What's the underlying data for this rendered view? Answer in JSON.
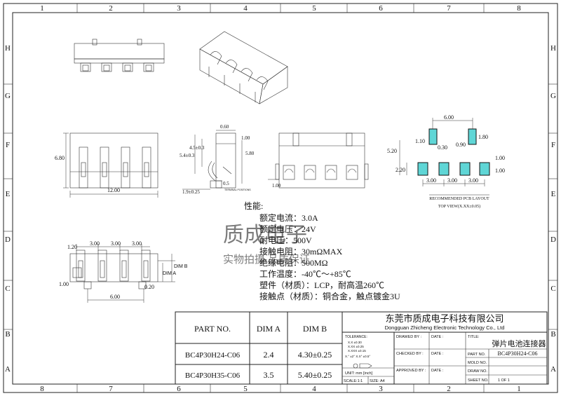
{
  "border": {
    "top_numbers": [
      "1",
      "2",
      "3",
      "4",
      "5",
      "6",
      "7",
      "8"
    ],
    "bottom_numbers": [
      "8",
      "7",
      "6",
      "5",
      "4",
      "3",
      "2",
      "1"
    ],
    "left_letters": [
      "H",
      "G",
      "F",
      "E",
      "D",
      "C",
      "B",
      "A"
    ],
    "right_letters": [
      "H",
      "G",
      "F",
      "E",
      "D",
      "C",
      "B",
      "A"
    ]
  },
  "front_view": {
    "width": "12.00",
    "height": "6.80"
  },
  "side_view": {
    "d1": "0.60",
    "d2": "1.00",
    "d3": "4.5±0.3",
    "d4": "5.4±0.3",
    "d5": "5.80",
    "d6": "0.5",
    "d7": "1.9±0.25",
    "note": "TERMINAL POSITIONS"
  },
  "back_view": {
    "d1": "1.00"
  },
  "pcb_layout": {
    "title": "RECOMMENDED PCB LAYOUT",
    "subtitle": "TOP VIEW(X.XX±0.05)",
    "d_top": "6.00",
    "d_180": "1.80",
    "d_110": "1.10",
    "d_030": "0.30",
    "d_090": "0.90",
    "d_520": "5.20",
    "d_220": "2.20",
    "d_100a": "1.00",
    "d_100b": "1.00",
    "pitch": [
      "3.00",
      "3.00",
      "3.00"
    ]
  },
  "bottom_view": {
    "d_120": "1.20",
    "pitch": [
      "3.00",
      "3.00",
      "3.00"
    ],
    "d_100": "1.00",
    "d_600": "6.00",
    "d_020": "0.20",
    "dim_a": "DIM A",
    "dim_b": "DIM B"
  },
  "specs": {
    "heading": "性能:",
    "lines": [
      "额定电流：3.0A",
      "额定电压：24V",
      "耐电压：500V",
      "接触电阻：30mΩMAX",
      "绝缘电阻：500MΩ",
      "工作温度：-40℃～+85℃",
      "塑件（材质）：LCP，耐高温260℃",
      "接触点（材质）：铜合金，触点镀金3U"
    ]
  },
  "watermark": {
    "line1": "质成电子",
    "line2": "实物拍摄 品质保证"
  },
  "title_block": {
    "headers": {
      "part_no": "PART NO.",
      "dim_a": "DIM A",
      "dim_b": "DIM B"
    },
    "rows": [
      {
        "part": "BC4P30H24-C06",
        "dim_a": "2.4",
        "dim_b": "4.30±0.25"
      },
      {
        "part": "BC4P30H35-C06",
        "dim_a": "3.5",
        "dim_b": "5.40±0.25"
      }
    ],
    "company_cn": "东莞市质成电子科技有限公司",
    "company_en": "Dongguan Zhicheng Electronic Technology Co., Ltd",
    "tolerance": {
      "label": "TOLERANCE:",
      "lines": [
        "X.X    ±0.30",
        "X.XX   ±0.25",
        "X.XXX  ±0.15"
      ],
      "angles": "X.°  ±2°     X.X°  ±0.5°"
    },
    "unit": "UNIT:  mm  [inch]",
    "scale": "SCALE:1:1",
    "size": "SIZE: A4",
    "drawn_by": "DRAWED BY :",
    "checked_by": "CHECKED BY :",
    "approved_by": "APPROVED BY :",
    "date": "DATE :",
    "title_label": "TITLE:",
    "title_cn": "弹片电池连接器",
    "part_no_label": "PART NO.",
    "part_no_value": "BC4P30H24-C06",
    "mold_no_label": "MOLD NO.",
    "draw_no_label": "DRAW NO.",
    "sheet_no_label": "SHEET NO.",
    "sheet_value": "1 OF 1"
  }
}
